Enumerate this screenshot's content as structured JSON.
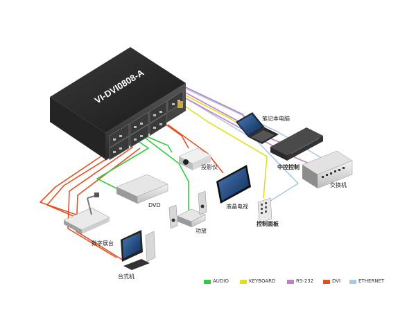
{
  "device": {
    "model": "VI-DVI0808-A"
  },
  "labels": {
    "laptop": "笔记本电脑",
    "central_control": "中控控制",
    "switch": "交换机",
    "projector": "投影仪",
    "lcd_tv": "液晶电视",
    "control_panel": "控制面板",
    "dvd": "DVD",
    "amplifier": "功放",
    "document_camera": "数字展台",
    "desktop": "台式机"
  },
  "legend": [
    {
      "label": "AUDIO",
      "color": "#2ecc40"
    },
    {
      "label": "KEYBOARD",
      "color": "#e0e020"
    },
    {
      "label": "RS-232",
      "color": "#c080c8"
    },
    {
      "label": "DVI",
      "color": "#e05020"
    },
    {
      "label": "ETHERNET",
      "color": "#a8c8e0"
    }
  ],
  "colors": {
    "audio": "#2ecc40",
    "keyboard": "#e0e020",
    "rs232": "#c080c8",
    "dvi": "#e05020",
    "ethernet": "#a8c8e0"
  }
}
